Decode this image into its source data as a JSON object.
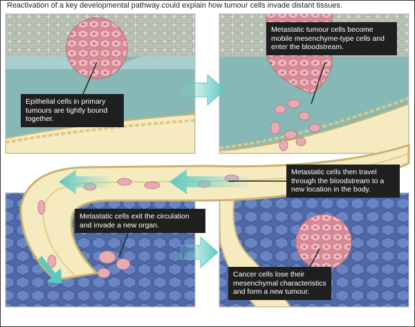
{
  "title": "Reactivation of a key developmental pathway could explain how tumour cells invade distant tissues.",
  "callouts": {
    "c1": "Epithelial cells in primary tumours are tightly bound together.",
    "c2": "Metastatic tumour cells become mobile mesenchyme-type cells and enter the bloodstream.",
    "c3": "Metastatic cells then travel through the bloodstream to a new location in the body.",
    "c4": "Metastatic cells exit the circulation and invade a new organ.",
    "c5": "Cancer cells lose their mesenchymal characteristics and form a new tumour."
  },
  "colors": {
    "epithelium": "#b9c2b4",
    "tissue_top": "#7fb3b1",
    "organ_tissue": "#5e79b4",
    "vessel_fill": "#f6ebc0",
    "vessel_wall": "#e7d89a",
    "tumour_cell": "#e9aab3",
    "arrow": "#7fd6cf",
    "callout_bg": "#1f1f1f"
  }
}
